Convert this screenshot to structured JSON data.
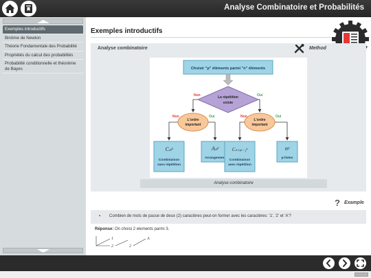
{
  "app": {
    "title": "Analyse Combinatoire et Probabilités"
  },
  "sidebar": {
    "items": [
      {
        "label": "Exemples introductifs",
        "active": true
      },
      {
        "label": "Binôme de Newton",
        "active": false
      },
      {
        "label": "Théorie Fondamentale des Probabilité",
        "active": false
      },
      {
        "label": "Propriétés du calcul des probabilités",
        "active": false
      },
      {
        "label": "Probabilité conditionnelle et théorème de Bayes",
        "active": false
      }
    ]
  },
  "page": {
    "title": "Exemples introductifs"
  },
  "method": {
    "title": "Analyse combinatoire",
    "label": "Method"
  },
  "diagram": {
    "top_box": "Choisir \"p\" éléments parmi \"n\" éléments",
    "decision": "La répétition existe",
    "no_label": "Non",
    "yes_label": "Oui",
    "order_label_left": "L'ordre important",
    "order_label_right": "L'ordre important",
    "outcomes": [
      {
        "formula": "Cₙᵖ",
        "label": "Combinaison sans répétition"
      },
      {
        "formula": "Aₙᵖ",
        "label": "Arrangement"
      },
      {
        "formula": "Cₙ₊ₚ₋₁ᵖ",
        "label": "Combinaison avec répétition"
      },
      {
        "formula": "nᵖ",
        "label": "p-listes"
      }
    ],
    "caption": "Analyse combinatoire"
  },
  "example": {
    "label": "Example",
    "question_bullet": "▪",
    "question": "Combien de mots de passe de deux (2) caractères peut-on former avec les caractères: '1', '2' et 'A'?",
    "answer_label": "Réponse:",
    "answer_text": "On choisi 2 elements parmi 3.",
    "tree_nodes": [
      "1",
      "2",
      "2",
      "A"
    ]
  },
  "colors": {
    "topbar": "#2b2b2b",
    "sidebar_bg": "#d6dbde",
    "sidebar_active": "#5f6a70",
    "box_blue": "#9fd3e6",
    "decision_purple": "#b6a3d6",
    "order_orange": "#f8c79a",
    "no_red": "#e53935",
    "yes_green": "#43a047"
  },
  "icons": [
    "home-icon",
    "book-icon",
    "tools-icon",
    "question-icon",
    "chevron-left-icon",
    "chevron-right-icon",
    "fullscreen-icon"
  ]
}
